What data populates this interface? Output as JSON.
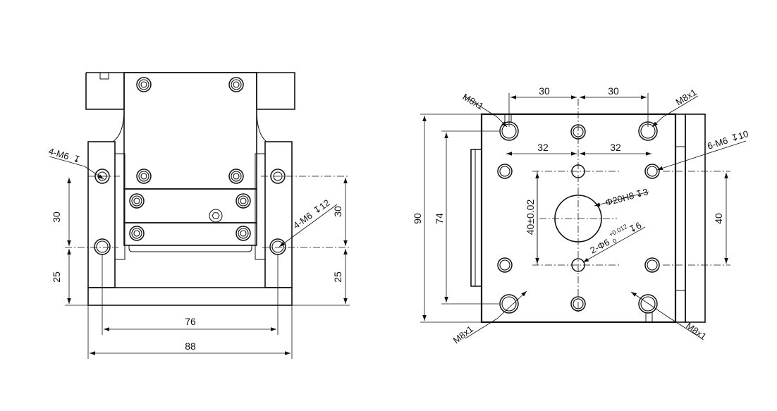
{
  "left_view": {
    "labels": {
      "hole_top_callout": "4-M6",
      "hole_top_depth_symbol": "↧",
      "hole_right_callout": "4-M6",
      "hole_right_depth": "↧12",
      "dim_left_upper": "30",
      "dim_left_lower": "25",
      "dim_right_upper": "30",
      "dim_right_lower": "25",
      "dim_inner_width": "76",
      "dim_overall_width": "88"
    }
  },
  "right_view": {
    "labels": {
      "top_left_30": "30",
      "top_right_30": "30",
      "inner_left_32": "32",
      "inner_right_32": "32",
      "thread_tl": "M8x1",
      "thread_tr": "M8x1",
      "thread_bl": "M8x1",
      "thread_br": "M8x1",
      "side_holes": "6-M6",
      "side_holes_depth": "↧10",
      "bore": "Φ20H8",
      "bore_depth": "↧3",
      "pin_holes": "2-Φ6",
      "pin_tol_upper": "+0.012",
      "pin_tol_lower": "0",
      "pin_depth": "↧6",
      "height_overall": "90",
      "height_inner": "74",
      "pin_spacing": "40±0.02",
      "right_spacing": "40"
    }
  }
}
